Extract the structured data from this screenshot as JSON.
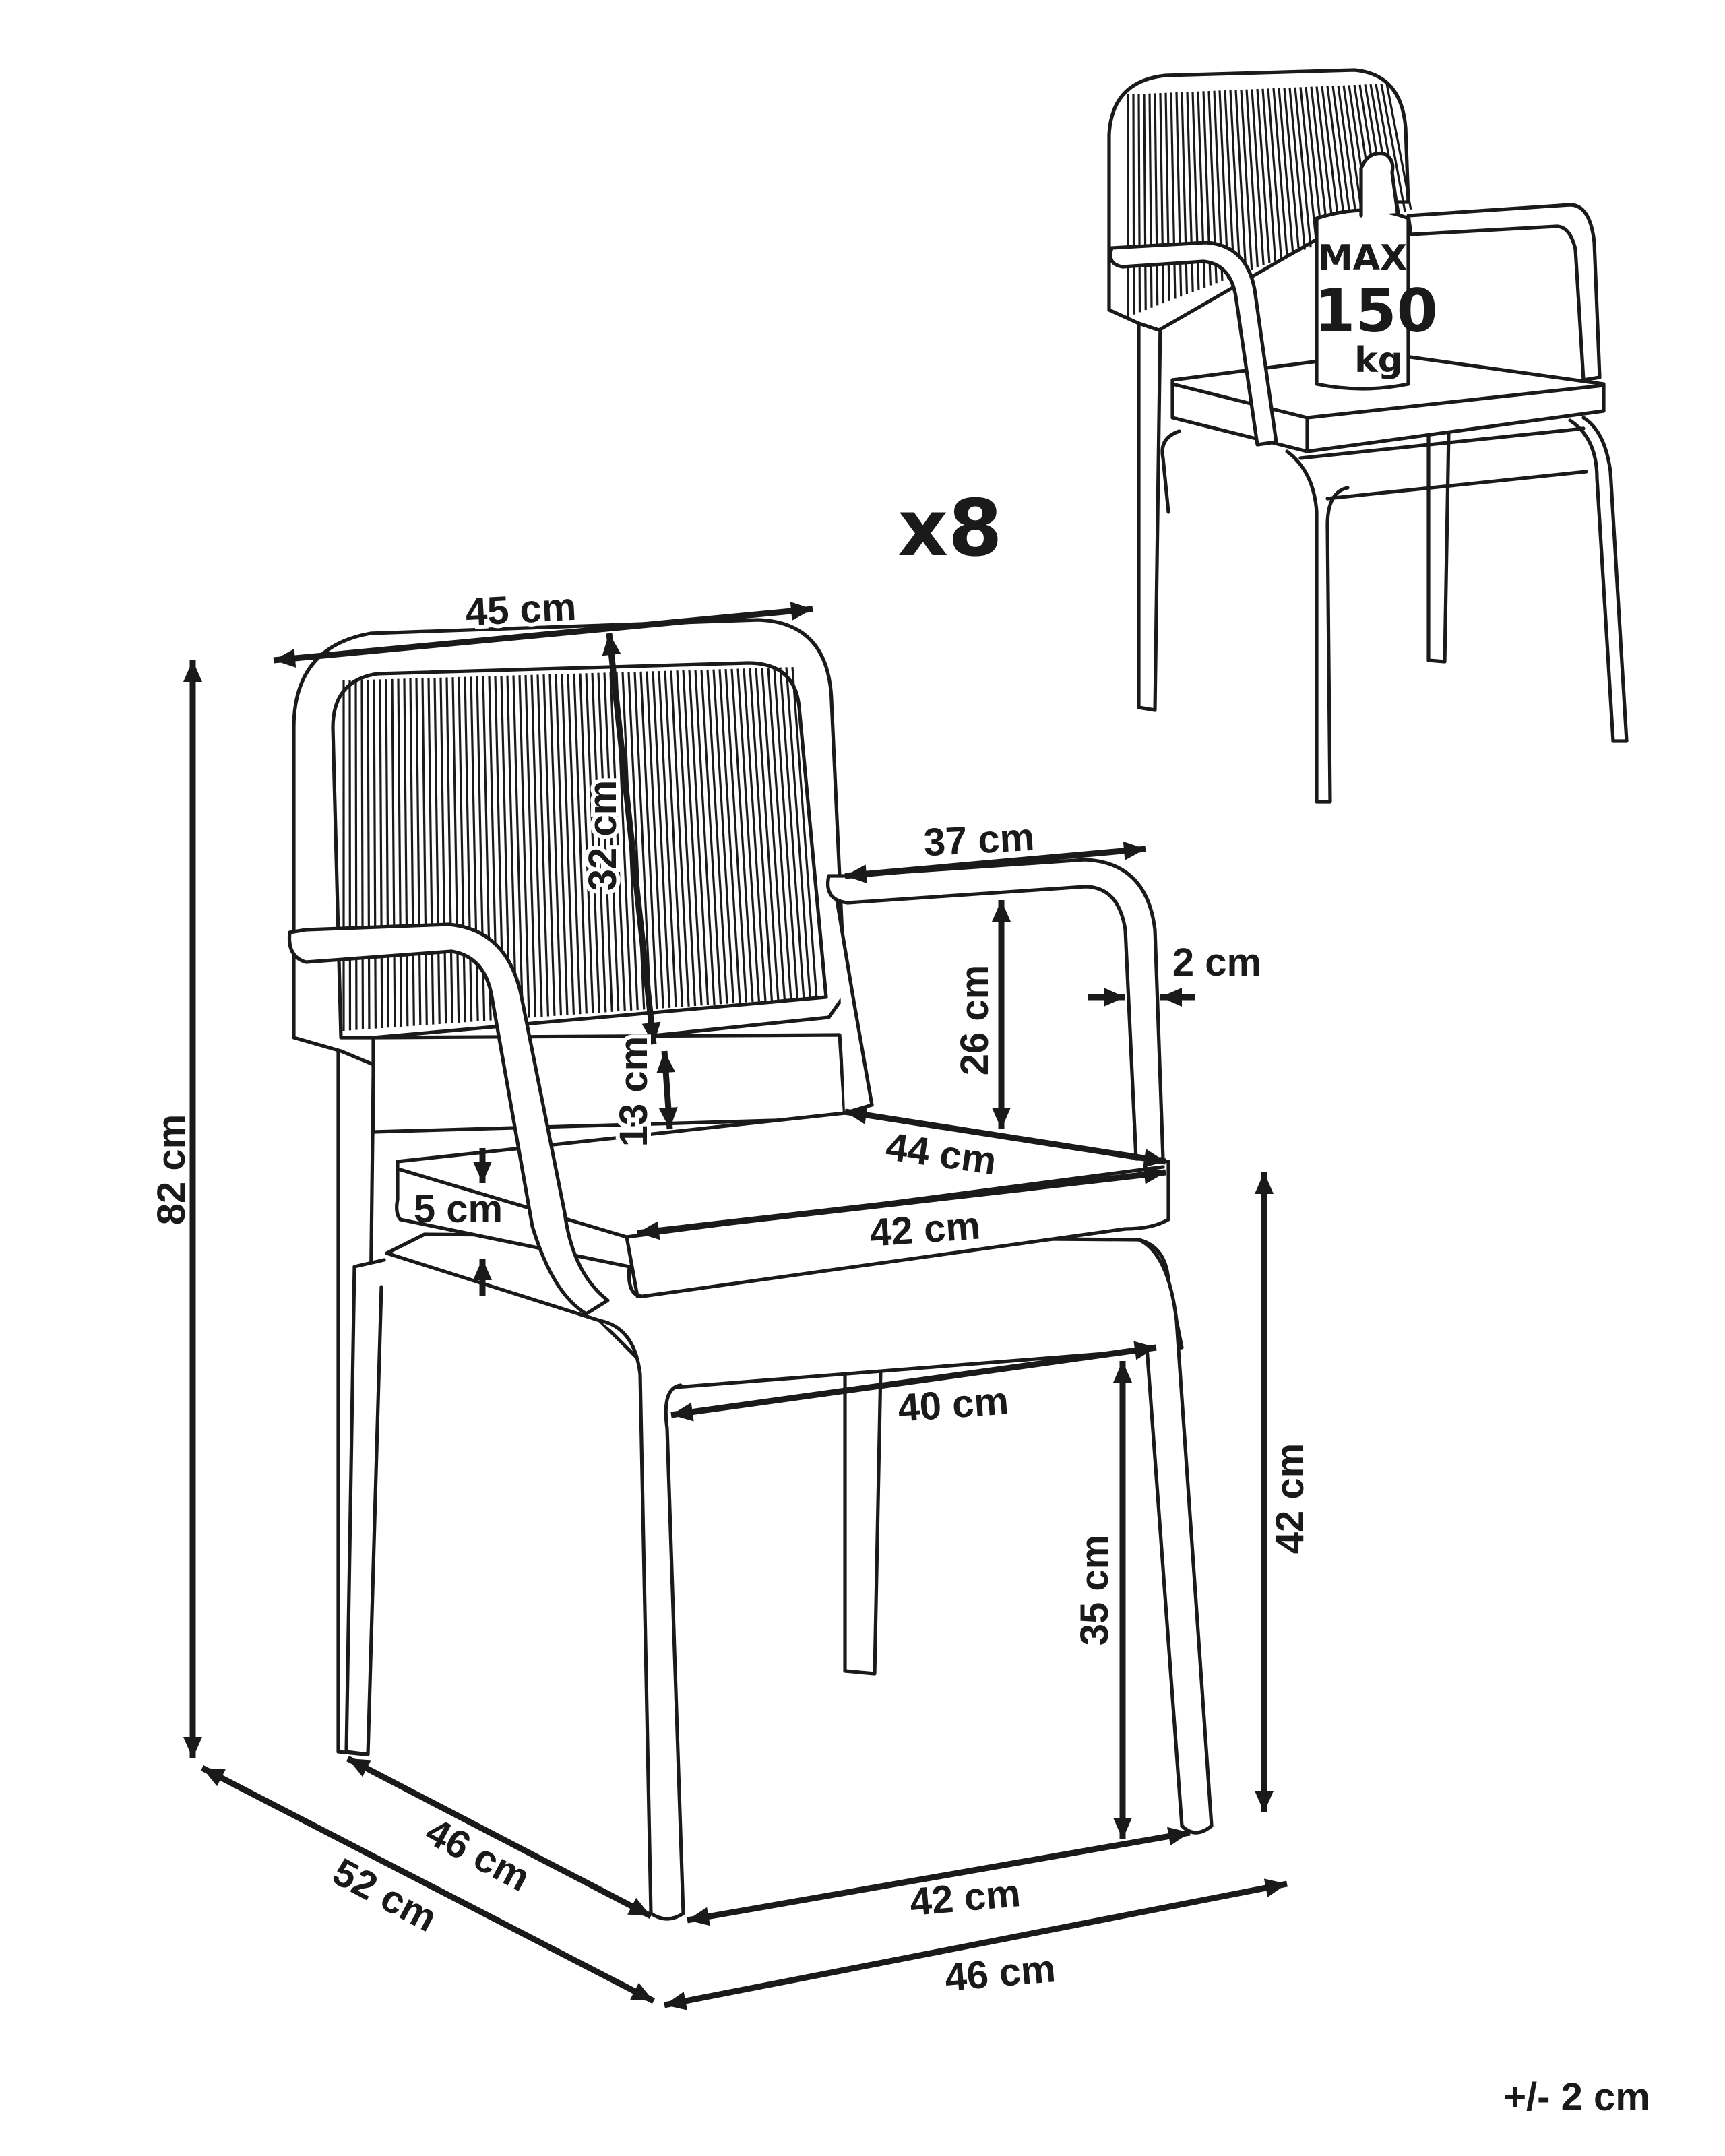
{
  "quantity": "x8",
  "tolerance": "+/- 2 cm",
  "max_load": {
    "line1": "MAX",
    "value": "150",
    "unit": "kg",
    "icon": "weight-icon"
  },
  "dimensions": {
    "backrest_width": "45 cm",
    "backrest_height": "32 cm",
    "backrest_gap": "13 cm",
    "armrest_depth": "37 cm",
    "frame_thickness": "2 cm",
    "armrest_height": "26 cm",
    "seat_depth": "44 cm",
    "cushion_thickness": "5 cm",
    "seat_width": "42 cm",
    "inner_width": "40 cm",
    "under_seat_height": "35 cm",
    "seat_height": "42 cm",
    "total_height": "82 cm",
    "leg_depth": "46 cm",
    "total_depth": "52 cm",
    "leg_width": "42 cm",
    "total_width": "46 cm"
  }
}
